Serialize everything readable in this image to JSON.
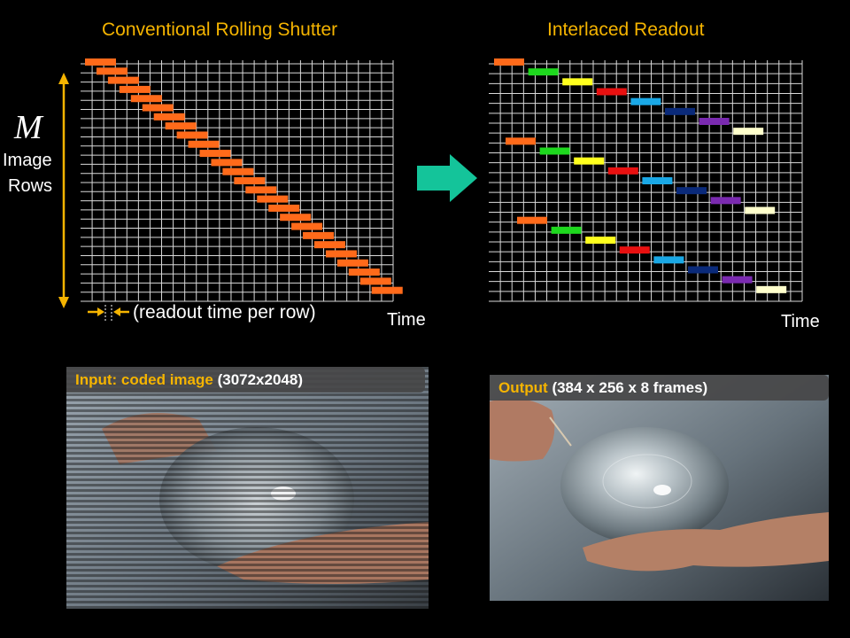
{
  "left_diagram": {
    "title": "Conventional Rolling Shutter",
    "axis_symbol": "M",
    "axis_label_line1": "Image",
    "axis_label_line2": "Rows",
    "readout_note": "(readout time per row)",
    "time_label": "Time",
    "bar_color": "#ff6a1a"
  },
  "right_diagram": {
    "title": "Interlaced Readout",
    "time_label": "Time",
    "frame_colors": [
      "#ff6a1a",
      "#1ed81e",
      "#ffff1e",
      "#e81010",
      "#1aa8e6",
      "#0a2a7a",
      "#7a2ab0",
      "#ffffcc"
    ]
  },
  "arrow_color": "#14c49a",
  "input_panel": {
    "label_prefix": "Input: coded image",
    "label_suffix": "(3072x2048)"
  },
  "output_panel": {
    "label_prefix": "Output",
    "label_suffix": "(384 x 256 x 8 frames)"
  }
}
